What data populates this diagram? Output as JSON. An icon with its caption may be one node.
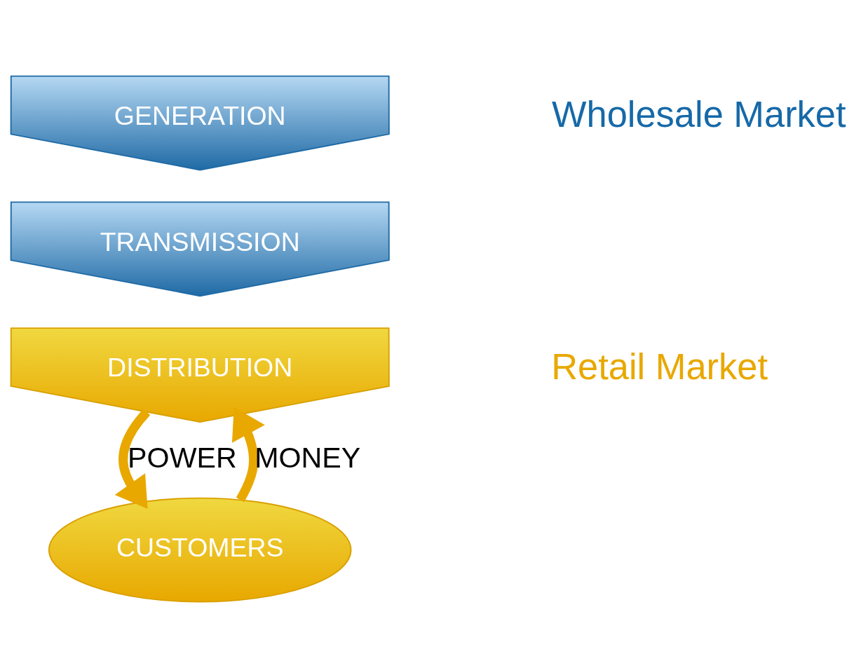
{
  "diagram": {
    "nodes": [
      {
        "text": [
          "GENERATION"
        ]
      },
      {
        "text": [
          "TRANSMISSION"
        ]
      },
      {
        "text": [
          "DISTRIBUTION"
        ]
      },
      {
        "text": [
          "CUSTOMERS"
        ]
      }
    ],
    "edges": [
      {
        "from": 2,
        "to": 3,
        "arrow": "to",
        "label": "POWER"
      },
      {
        "from": 3,
        "to": 2,
        "arrow": "to",
        "label": "MONEY"
      }
    ],
    "labels": [
      "Wholesale Market",
      "Retail Market"
    ]
  }
}
